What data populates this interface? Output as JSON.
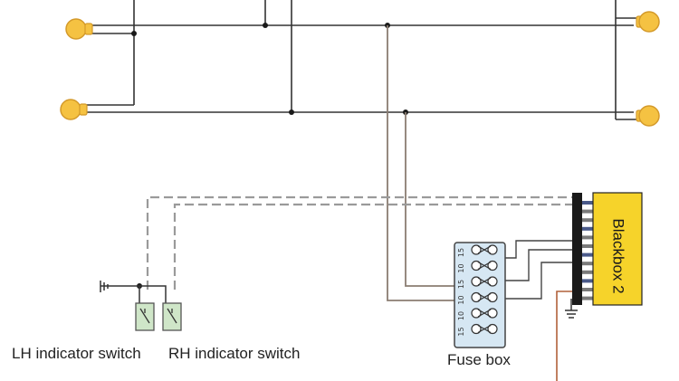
{
  "diagram": {
    "labels": {
      "lh_switch": "LH indicator switch",
      "rh_switch": "RH indicator switch",
      "fuse_box": "Fuse box",
      "blackbox": "Blackbox 2"
    },
    "fuse_ratings": [
      "15",
      "10",
      "15",
      "10",
      "10",
      "15"
    ],
    "colors": {
      "lamp": "#f5c242",
      "lamp_outline": "#d49a2a",
      "wire_dark": "#333333",
      "wire_brown": "#8b7d72",
      "wire_dashed": "#9a9a9a",
      "wire_red": "#b0603a",
      "fuse_box_fill": "#d6e7f3",
      "switch_fill": "#cfe6c8",
      "blackbox_fill": "#f6d32a",
      "connector": "#1a1a1a"
    }
  }
}
